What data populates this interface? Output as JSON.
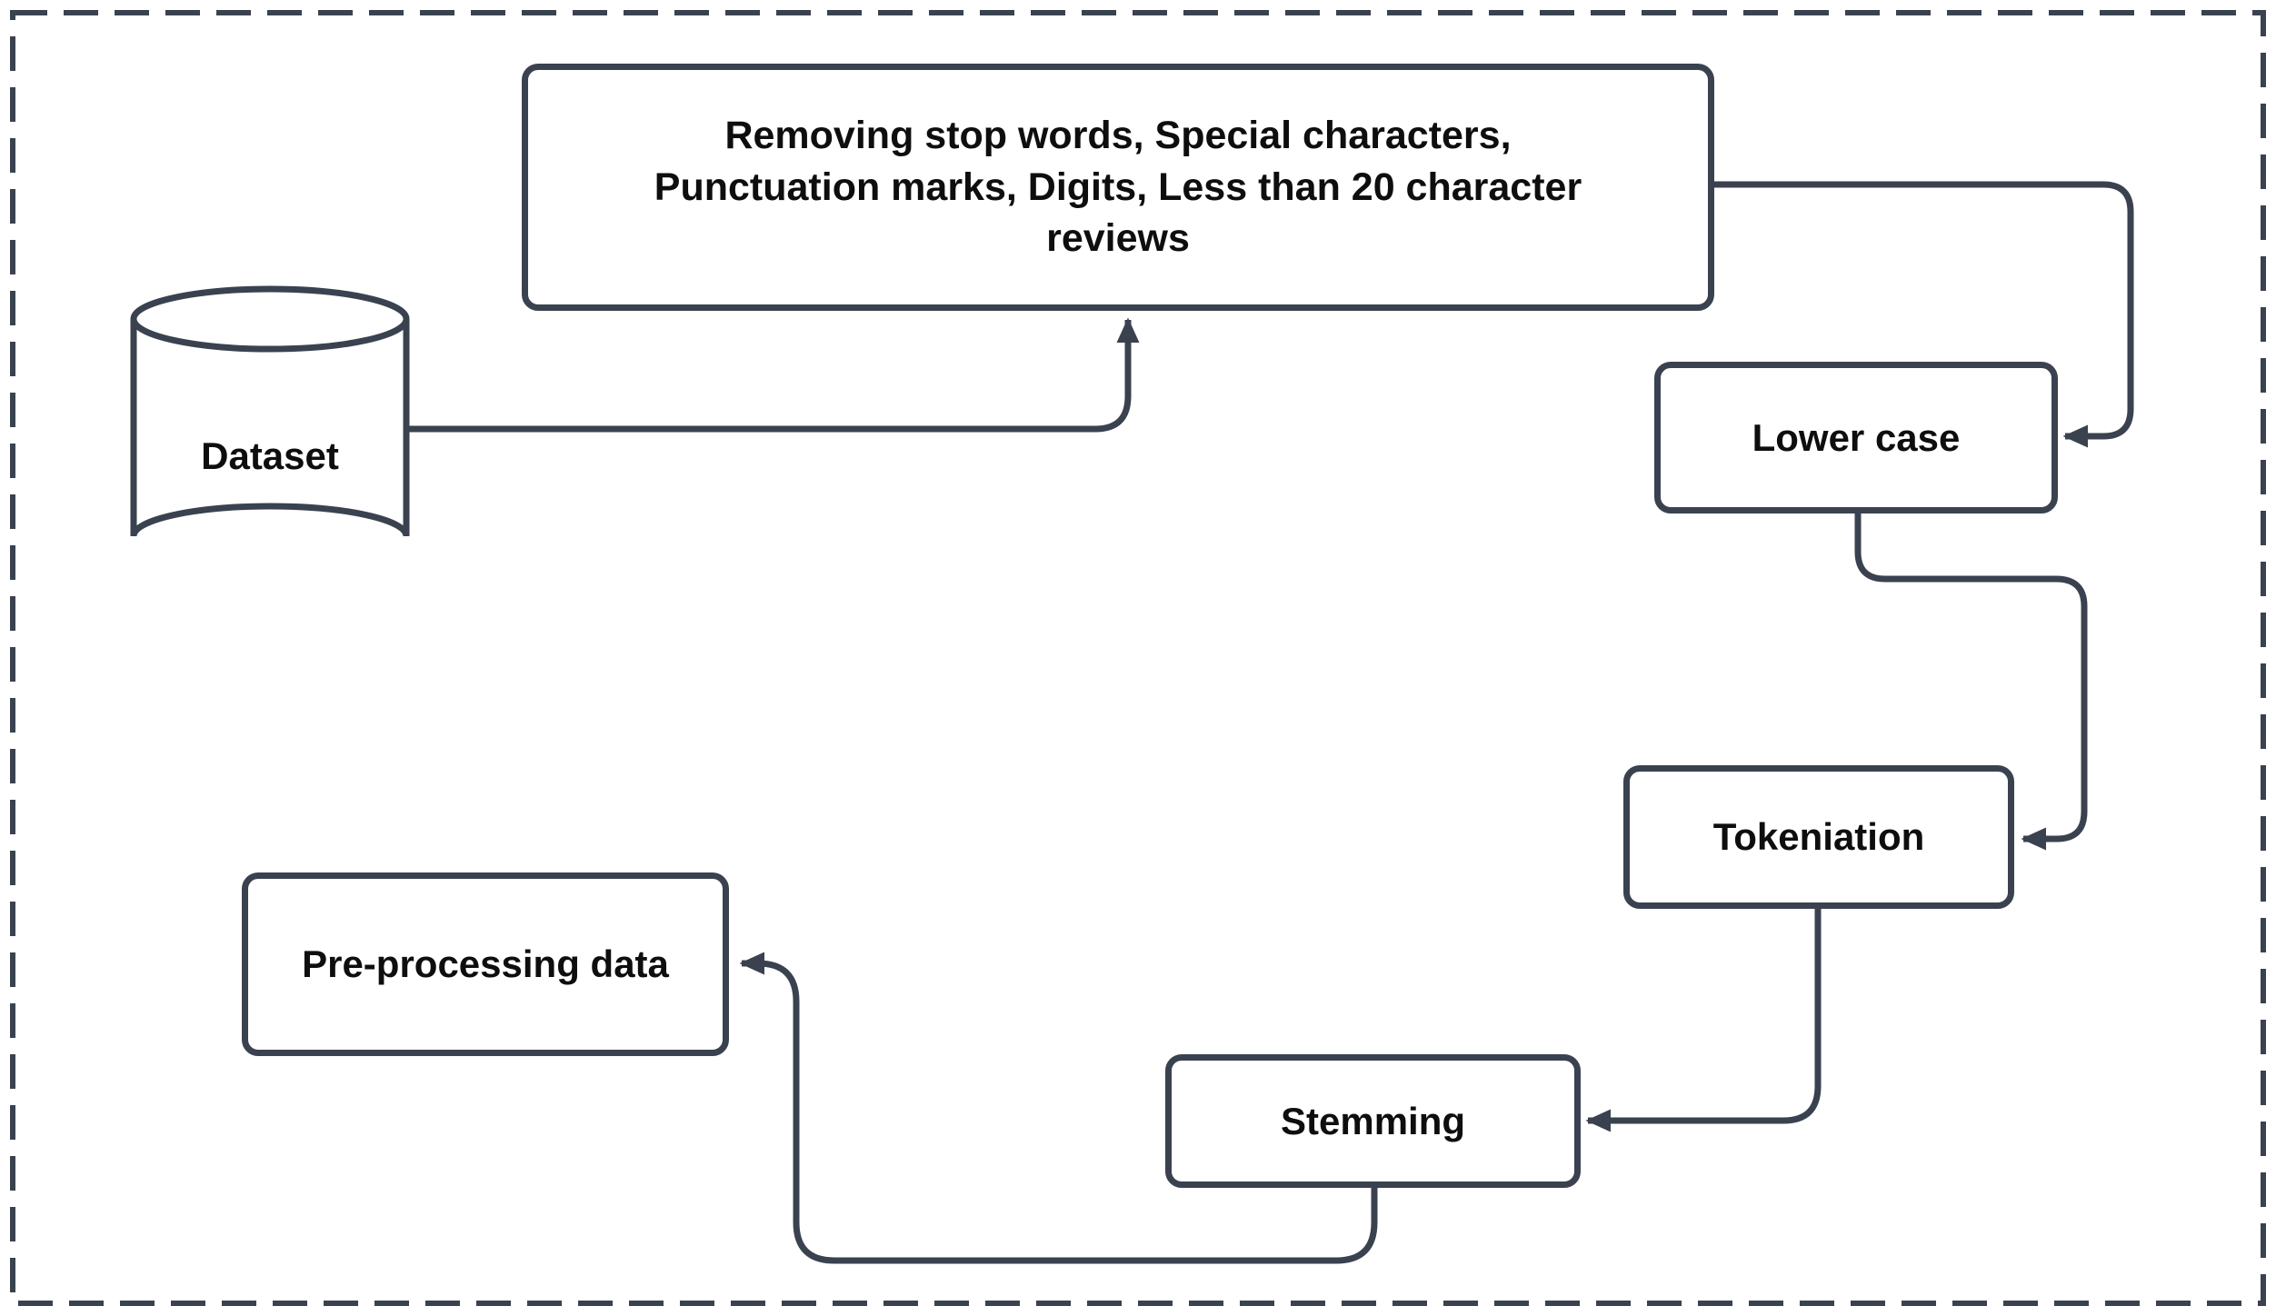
{
  "colors": {
    "stroke": "#3a4250",
    "text": "#0e0e0e",
    "node_fill": "#ffffff",
    "background": "#ffffff"
  },
  "nodes": {
    "dataset": {
      "label": "Dataset",
      "shape": "database-cylinder"
    },
    "removing": {
      "label": "Removing stop words, Special characters, Punctuation marks, Digits, Less than 20 character reviews",
      "lines": [
        "Removing stop words, Special characters,",
        "Punctuation marks, Digits, Less than 20 character",
        "reviews"
      ],
      "shape": "rounded-rectangle"
    },
    "lower_case": {
      "label": "Lower case",
      "shape": "rounded-rectangle"
    },
    "tokeniation": {
      "label": "Tokeniation",
      "shape": "rounded-rectangle"
    },
    "stemming": {
      "label": "Stemming",
      "shape": "rounded-rectangle"
    },
    "pre_processing": {
      "label": "Pre-processing data",
      "shape": "rounded-rectangle"
    }
  },
  "edges": [
    {
      "from": "dataset",
      "to": "removing",
      "arrow": "end"
    },
    {
      "from": "removing",
      "to": "lower_case",
      "arrow": "end"
    },
    {
      "from": "lower_case",
      "to": "tokeniation",
      "arrow": "end"
    },
    {
      "from": "tokeniation",
      "to": "stemming",
      "arrow": "end"
    },
    {
      "from": "stemming",
      "to": "pre_processing",
      "arrow": "end"
    }
  ]
}
